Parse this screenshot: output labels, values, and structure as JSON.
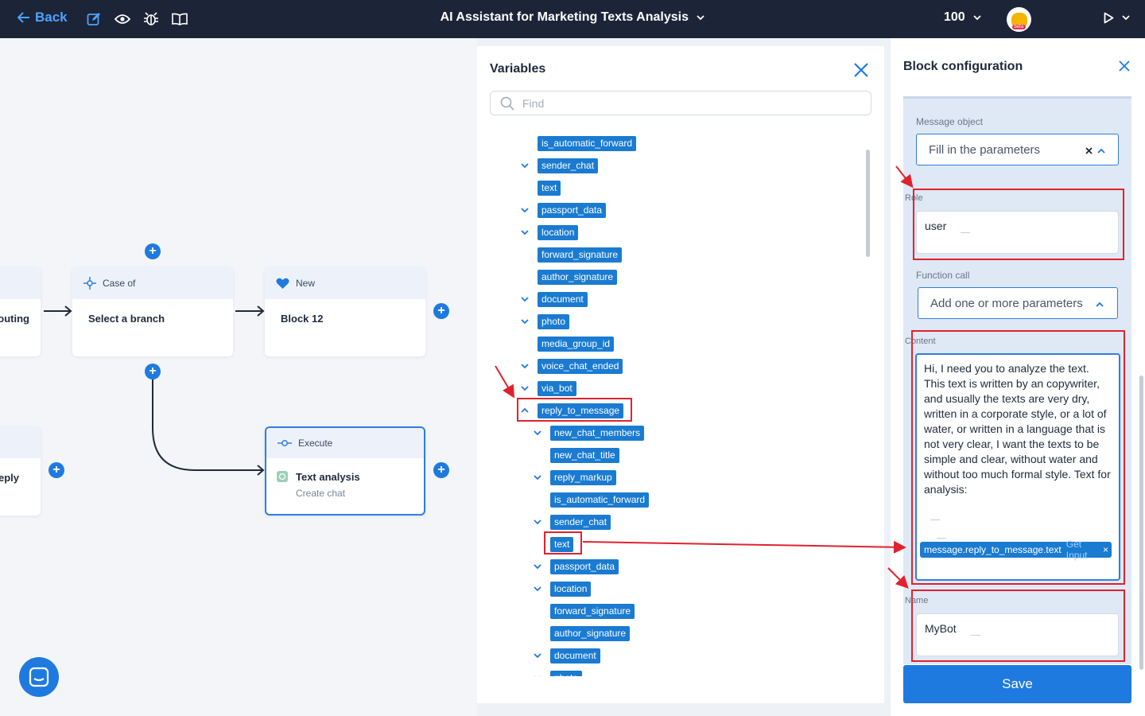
{
  "topbar": {
    "back_label": "Back",
    "title": "AI Assistant for Marketing Texts Analysis",
    "zoom": "100",
    "avatar_badge": "beta"
  },
  "canvas": {
    "nodes": [
      {
        "head": "",
        "body": "outing"
      },
      {
        "head": "Case of",
        "body": "Select a branch"
      },
      {
        "head": "New",
        "body": "Block 12"
      },
      {
        "head": "",
        "body": "eply"
      },
      {
        "head": "Execute",
        "body": "Text analysis",
        "sub": "Create chat"
      }
    ]
  },
  "variables": {
    "title": "Variables",
    "search_placeholder": "Find",
    "tree": [
      {
        "label": "is_automatic_forward",
        "chevron": "",
        "level": 0
      },
      {
        "label": "sender_chat",
        "chevron": "down",
        "level": 0
      },
      {
        "label": "text",
        "chevron": "",
        "level": 0
      },
      {
        "label": "passport_data",
        "chevron": "down",
        "level": 0
      },
      {
        "label": "location",
        "chevron": "down",
        "level": 0
      },
      {
        "label": "forward_signature",
        "chevron": "",
        "level": 0
      },
      {
        "label": "author_signature",
        "chevron": "",
        "level": 0
      },
      {
        "label": "document",
        "chevron": "down",
        "level": 0
      },
      {
        "label": "photo",
        "chevron": "down",
        "level": 0
      },
      {
        "label": "media_group_id",
        "chevron": "",
        "level": 0
      },
      {
        "label": "voice_chat_ended",
        "chevron": "down",
        "level": 0
      },
      {
        "label": "via_bot",
        "chevron": "down",
        "level": 0
      },
      {
        "label": "reply_to_message",
        "chevron": "up",
        "level": 0
      },
      {
        "label": "new_chat_members",
        "chevron": "down",
        "level": 1
      },
      {
        "label": "new_chat_title",
        "chevron": "",
        "level": 1
      },
      {
        "label": "reply_markup",
        "chevron": "down",
        "level": 1
      },
      {
        "label": "is_automatic_forward",
        "chevron": "",
        "level": 1
      },
      {
        "label": "sender_chat",
        "chevron": "down",
        "level": 1
      },
      {
        "label": "text",
        "chevron": "",
        "level": 1
      },
      {
        "label": "passport_data",
        "chevron": "down",
        "level": 1
      },
      {
        "label": "location",
        "chevron": "down",
        "level": 1
      },
      {
        "label": "forward_signature",
        "chevron": "",
        "level": 1
      },
      {
        "label": "author_signature",
        "chevron": "",
        "level": 1
      },
      {
        "label": "document",
        "chevron": "down",
        "level": 1
      },
      {
        "label": "photo",
        "chevron": "down",
        "level": 1
      }
    ]
  },
  "config": {
    "title": "Block configuration",
    "message_object_label": "Message object",
    "message_object_value": "Fill in the parameters",
    "role_label": "Role",
    "role_value": "user",
    "function_call_label": "Function call",
    "function_call_value": "Add one or more parameters",
    "content_label": "Content",
    "content_text": "Hi, I need you to analyze the text. This text is written by an copywriter, and usually the texts are very dry, written in a corporate style, or a lot of water, or written in a language that is not very clear, I want the texts to be simple and clear, without water and without too much formal style. Text for analysis:",
    "content_variable": "message.reply_to_message.text",
    "content_variable_action": "Get Input",
    "name_label": "Name",
    "name_value": "MyBot",
    "save_label": "Save"
  },
  "colors": {
    "topbar": "#1c2438",
    "accent": "#1f7ae0",
    "tag": "#1a7bd1",
    "annotation": "#e0222e"
  }
}
